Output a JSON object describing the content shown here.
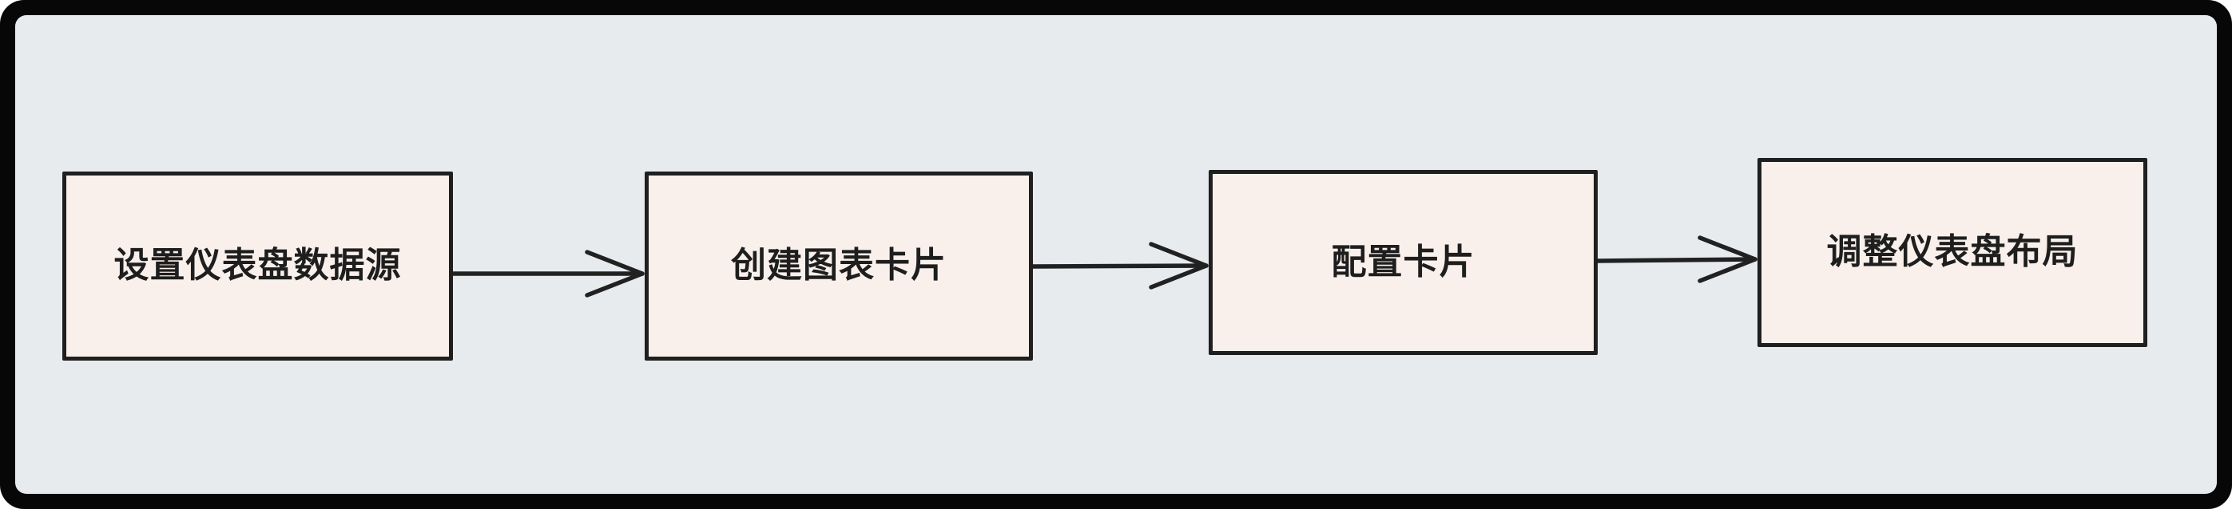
{
  "diagram": {
    "type": "flowchart",
    "direction": "left-to-right",
    "colors": {
      "frame": "#070707",
      "canvas_background": "#E8EBEE",
      "node_fill": "#FAF0EB",
      "node_border": "#1F1F1F",
      "text": "#1E1E1E",
      "arrow": "#212121"
    },
    "nodes": [
      {
        "id": "set-dashboard-datasource",
        "label": "设置仪表盘数据源"
      },
      {
        "id": "create-chart-card",
        "label": "创建图表卡片"
      },
      {
        "id": "configure-card",
        "label": "配置卡片"
      },
      {
        "id": "adjust-dashboard-layout",
        "label": "调整仪表盘布局"
      }
    ],
    "edges": [
      {
        "from": "set-dashboard-datasource",
        "to": "create-chart-card"
      },
      {
        "from": "create-chart-card",
        "to": "configure-card"
      },
      {
        "from": "configure-card",
        "to": "adjust-dashboard-layout"
      }
    ]
  }
}
